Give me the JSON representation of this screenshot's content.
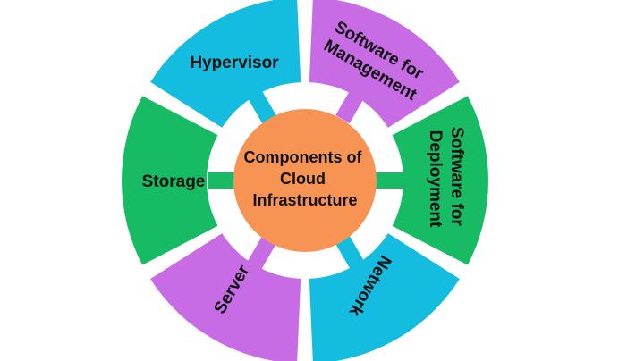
{
  "center": {
    "lines": [
      "Components of",
      "Cloud",
      "Infrastructure"
    ],
    "color": "#F79454"
  },
  "segments": [
    {
      "id": "hypervisor",
      "lines": [
        "Hypervisor"
      ],
      "color": "#14BDE0"
    },
    {
      "id": "software-management",
      "lines": [
        "Software for",
        "Management"
      ],
      "color": "#C86CE6"
    },
    {
      "id": "software-deployment",
      "lines": [
        "Software for",
        "Deployment"
      ],
      "color": "#16BB63"
    },
    {
      "id": "network",
      "lines": [
        "Network"
      ],
      "color": "#14BDE0"
    },
    {
      "id": "server",
      "lines": [
        "Server"
      ],
      "color": "#C86CE6"
    },
    {
      "id": "storage",
      "lines": [
        "Storage"
      ],
      "color": "#16BB63"
    }
  ]
}
